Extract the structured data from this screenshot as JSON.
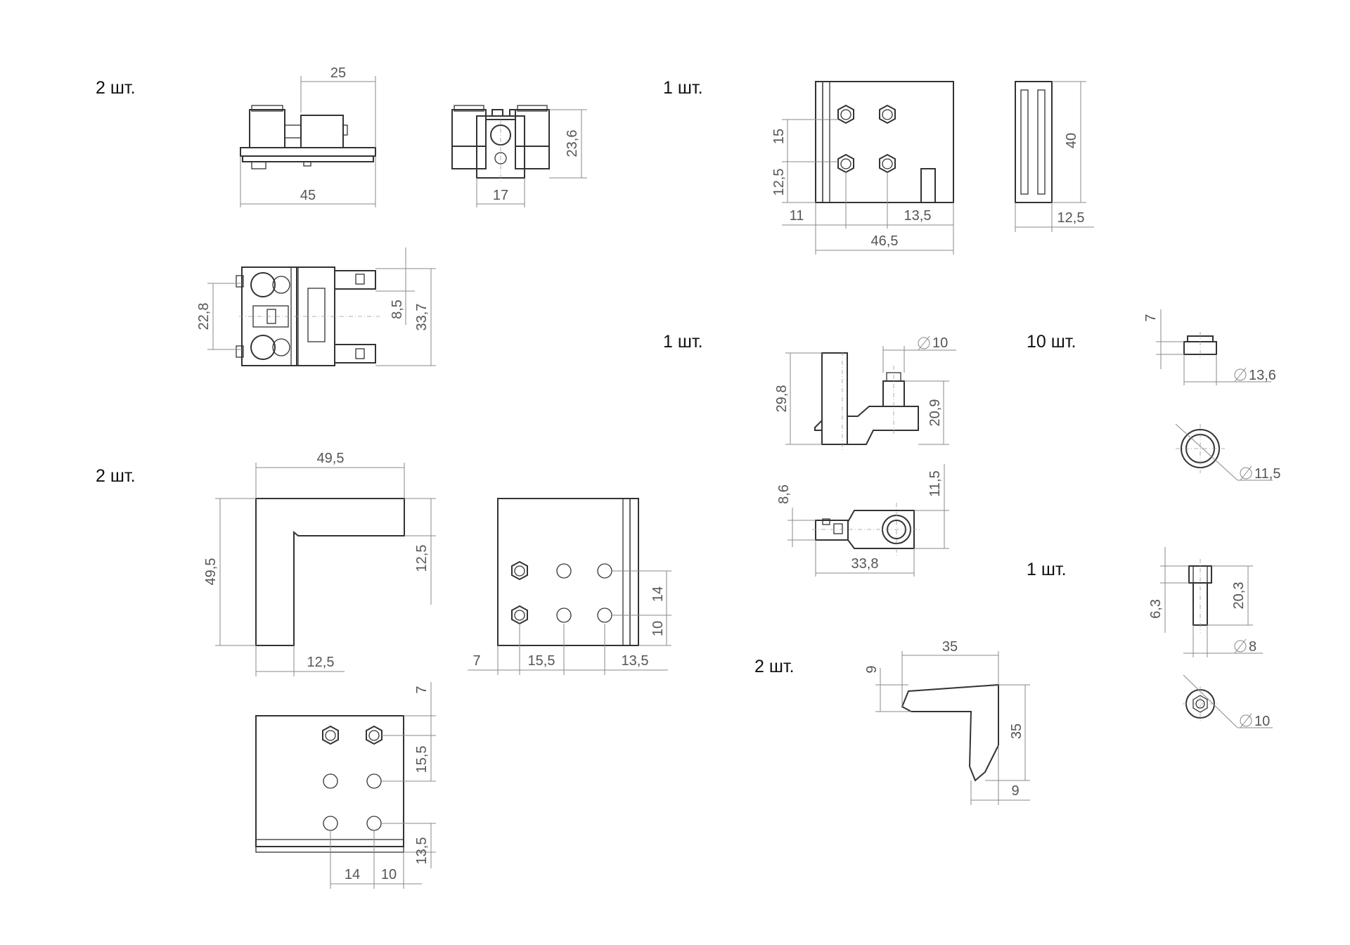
{
  "quantities": {
    "q1": "2 шт.",
    "q2": "1 шт.",
    "q3": "1 шт.",
    "q4": "10 шт.",
    "q5": "2 шт.",
    "q6": "1 шт.",
    "q7": "2 шт."
  },
  "dims": {
    "d25": "25",
    "d45": "45",
    "d23_6": "23,6",
    "d17": "17",
    "d22_8": "22,8",
    "d8_5": "8,5",
    "d33_7": "33,7",
    "d15": "15",
    "d12_5a": "12,5",
    "d11": "11",
    "d13_5a": "13,5",
    "d46_5": "46,5",
    "d40": "40",
    "d12_5b": "12,5",
    "dphi10a": "10",
    "d29_8": "29,8",
    "d20_9": "20,9",
    "d8_6": "8,6",
    "d11_5": "11,5",
    "d33_8": "33,8",
    "d7a": "7",
    "dphi13_6": "13,6",
    "dphi11_5": "11,5",
    "d49_5a": "49,5",
    "d49_5b": "49,5",
    "d12_5c": "12,5",
    "d12_5d": "12,5",
    "d14a": "14",
    "d10a": "10",
    "d7b": "7",
    "d15_5a": "15,5",
    "d13_5b": "13,5",
    "d7c": "7",
    "d15_5b": "15,5",
    "d13_5c": "13,5",
    "d14b": "14",
    "d10b": "10",
    "d35a": "35",
    "d9a": "9",
    "d35b": "35",
    "d9b": "9",
    "d6_3": "6,3",
    "d20_3": "20,3",
    "dphi8": "8",
    "dphi10b": "10"
  }
}
